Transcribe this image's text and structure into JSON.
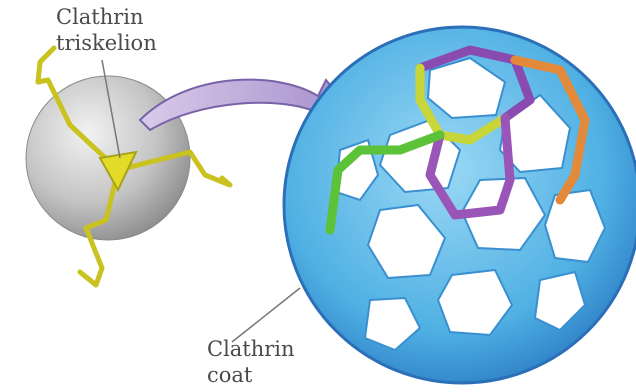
{
  "labels": {
    "triskelion": [
      "Clathrin",
      "triskelion"
    ],
    "coat": [
      "Clathrin",
      "coat"
    ]
  },
  "colors": {
    "triskelion": "#d8d12a",
    "sphere": "#bdbdbd",
    "arrow": "#b8a4d6",
    "cage": "#5ab6e6",
    "highlight_ring": [
      "#c8d63a",
      "#8a4bb0",
      "#e28a3a",
      "#5bc23a"
    ]
  }
}
